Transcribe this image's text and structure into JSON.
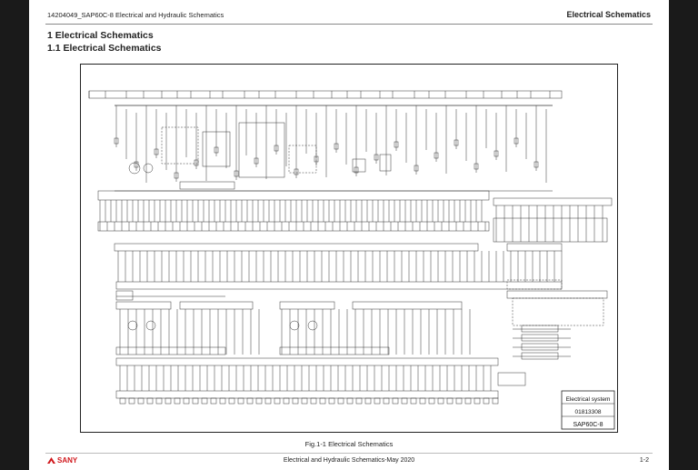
{
  "header": {
    "doc_title": "14204049_SAP60C-8 Electrical and Hydraulic Schematics",
    "section_name": "Electrical Schematics"
  },
  "headings": {
    "h1": "1 Electrical Schematics",
    "h2": "1.1 Electrical Schematics"
  },
  "title_block": {
    "system": "Electrical system",
    "code": "01813308",
    "model": "SAP60C-8"
  },
  "caption": "Fig.1-1 Electrical Schematics",
  "footer": {
    "brand": "SANY",
    "center_text": "Electrical and Hydraulic Schematics-May 2020",
    "page_number": "1-2"
  },
  "colors": {
    "brand": "#d0171c",
    "border": "#222222"
  },
  "icons": {
    "logo": "sany-logo-icon"
  }
}
